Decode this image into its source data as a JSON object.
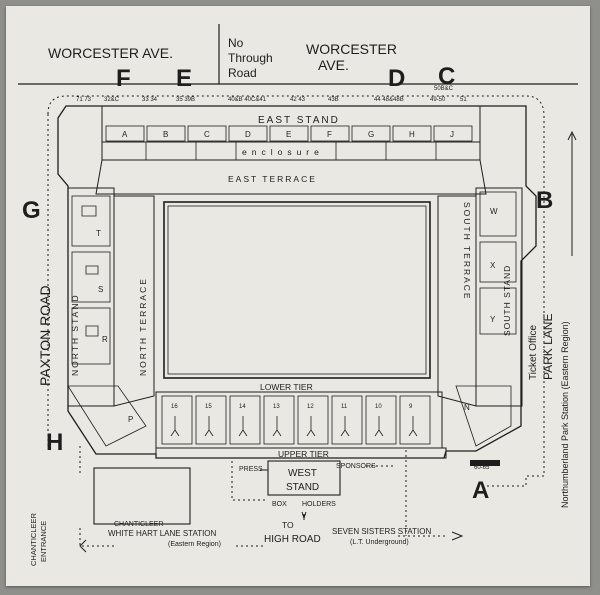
{
  "roads": {
    "worcester_left": "WORCESTER AVE.",
    "no_through_1": "No",
    "no_through_2": "Through",
    "no_through_3": "Road",
    "worcester_right_1": "WORCESTER",
    "worcester_right_2": "AVE.",
    "paxton": "PAXTON ROAD",
    "park_lane": "PARK LANE",
    "northumberland": "Northumberland Park Station (Eastern Region)",
    "ticket_office": "Ticket Office",
    "chanticleer_entrance_1": "CHANTICLEER",
    "chanticleer_entrance_2": "ENTRANCE",
    "chanticleer": "CHANTICLEER",
    "white_hart_1": "WHITE HART LANE STATION",
    "white_hart_2": "(Eastern Region)",
    "to": "TO",
    "high_road": "HIGH ROAD",
    "seven_sisters_1": "SEVEN SISTERS STATION",
    "seven_sisters_2": "(L.T. Underground)"
  },
  "gates": [
    "F",
    "E",
    "D",
    "C",
    "G",
    "B",
    "H",
    "A"
  ],
  "stands": {
    "east_stand": "EAST STAND",
    "enclosure": "enclosure",
    "east_terrace": "EAST TERRACE",
    "north_terrace": "NORTH TERRACE",
    "north_stand": "NORTH STAND",
    "south_terrace": "SOUTH TERRACE",
    "south_stand": "SOUTH STAND",
    "lower_tier": "LOWER TIER",
    "upper_tier": "UPPER TIER",
    "west_stand_1": "WEST",
    "west_stand_2": "STAND",
    "press": "PRESS",
    "sponsors": "SPONSORS",
    "box_holders_1": "BOX",
    "box_holders_2": "HOLDERS"
  },
  "east_blocks": [
    "A",
    "B",
    "C",
    "D",
    "E",
    "F",
    "G",
    "H",
    "J"
  ],
  "north_blocks": [
    "T",
    "S",
    "R",
    "P"
  ],
  "south_blocks": [
    "W",
    "X",
    "Y",
    "N"
  ],
  "west_blocks": [
    "16",
    "15",
    "14",
    "13",
    "12",
    "11",
    "10",
    "9"
  ],
  "turnstiles": {
    "t1": "71 73",
    "t2": "32&C",
    "t3": "33 34",
    "t4": "35 39B",
    "t5": "40&B 40C&41",
    "t6": "42 43",
    "t7": "43B",
    "t8": "44 48&48B",
    "t9": "49-50",
    "t10": "51",
    "t11": "50B&C",
    "t12": "60-65"
  }
}
